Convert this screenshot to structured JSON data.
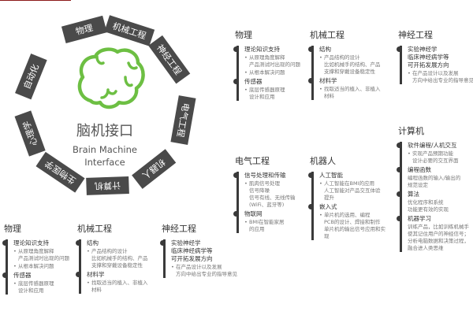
{
  "ring": {
    "center_cn": "脑机接口",
    "center_en_1": "Brain Machine",
    "center_en_2": "Interface",
    "brain_color": "#6dbf43",
    "segment_color": "#4a4a4a",
    "segments": [
      "物理",
      "机械工程",
      "神经工程",
      "电气工程",
      "机器人",
      "计算机",
      "生物医学",
      "心理学",
      "自动化"
    ]
  },
  "sections": {
    "physics_top": {
      "title": "物理",
      "items": [
        {
          "head": "理论知识支持",
          "bullets": [
            "从原理角度解释\n产品测试时出现的问题",
            "从根本解决问题"
          ]
        },
        {
          "head": "传感器",
          "bullets": [
            "底层传感器原理\n设计和应用"
          ]
        }
      ]
    },
    "mech_top": {
      "title": "机械工程",
      "items": [
        {
          "head": "结构",
          "bullets": [
            "产品结构的设计\n比如机械手的结构、产品\n支撑和穿戴设备稳定性"
          ]
        },
        {
          "head": "材料学",
          "bullets": [
            "找取适当的植入、非植入\n材料"
          ]
        }
      ]
    },
    "neuro_top": {
      "title": "神经工程",
      "items": [
        {
          "head": "实验神经学\n临床神经病学等\n可开拓发展方向",
          "bullets": [
            "在产品设计以及发展\n方向中给出专业的指导意见"
          ]
        }
      ]
    },
    "electrical": {
      "title": "电气工程",
      "items": [
        {
          "head": "信号处理和传输",
          "bullets": [
            "肌肉信号处理\n信号降噪\n信号有线、无线传输\n(WiFi、蓝牙等)"
          ]
        },
        {
          "head": "物联网",
          "bullets": [
            "BMI在智能家居\n的应用"
          ]
        }
      ]
    },
    "robot": {
      "title": "机器人",
      "items": [
        {
          "head": "人工智能",
          "bullets": [
            "人工智能在BMI的应用\n人工智能对产品交互体验\n提升"
          ]
        },
        {
          "head": "嵌入式",
          "bullets": [
            "单片机的选用、编程\nPCB的设计、焊接和制作\n单片机的输出信号应用和实现"
          ]
        }
      ]
    },
    "computer": {
      "title": "计算机",
      "items": [
        {
          "head": "软件编程/人机交互",
          "bullets": [
            "实现产品预期功能\n设计必要的交互界面"
          ]
        },
        {
          "head": "编程函数",
          "plain": "编程函数的输入/输出的\n规范设定"
        },
        {
          "head": "算法",
          "plain": "优化程序和系统\n功能更有效的实现"
        },
        {
          "head": "机器学习",
          "plain": "训练产品，比如训练机械手\n使其记住用户的神经信号；\n分析电脑数据和决策过程，\n融合进人类思维"
        }
      ]
    },
    "physics_bottom": {
      "title": "物理",
      "items": [
        {
          "head": "理论知识支持",
          "bullets": [
            "从原理角度解释\n产品测试时出现的问题",
            "从根本解决问题"
          ]
        },
        {
          "head": "传感器",
          "bullets": [
            "底层传感器原理\n设计和应用"
          ]
        }
      ]
    },
    "mech_bottom": {
      "title": "机械工程",
      "items": [
        {
          "head": "结构",
          "bullets": [
            "产品结构的设计\n比如机械手的结构、产品\n支撑和穿戴设备稳定性"
          ]
        },
        {
          "head": "材料学",
          "bullets": [
            "找取适当的植入、非植入\n材料"
          ]
        }
      ]
    },
    "neuro_bottom": {
      "title": "神经工程",
      "items": [
        {
          "head": "实验神经学\n临床神经病学等\n可开拓发展方向",
          "bullets": [
            "在产品设计以及发展\n方向中给出专业的指导意见"
          ]
        }
      ]
    }
  }
}
